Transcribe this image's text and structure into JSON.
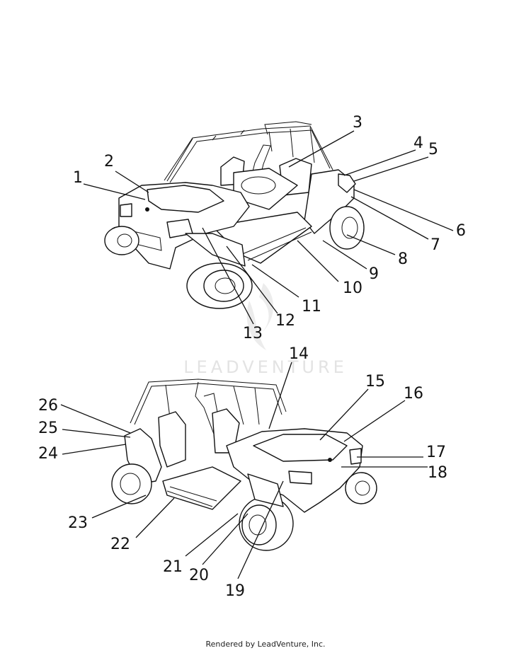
{
  "watermark": "LEADVENTURE",
  "footer": "Rendered by LeadVenture, Inc.",
  "callouts": [
    "1",
    "2",
    "3",
    "4",
    "5",
    "6",
    "7",
    "8",
    "9",
    "10",
    "11",
    "12",
    "13",
    "14",
    "15",
    "16",
    "17",
    "18",
    "19",
    "20",
    "21",
    "22",
    "23",
    "24",
    "25",
    "26"
  ]
}
